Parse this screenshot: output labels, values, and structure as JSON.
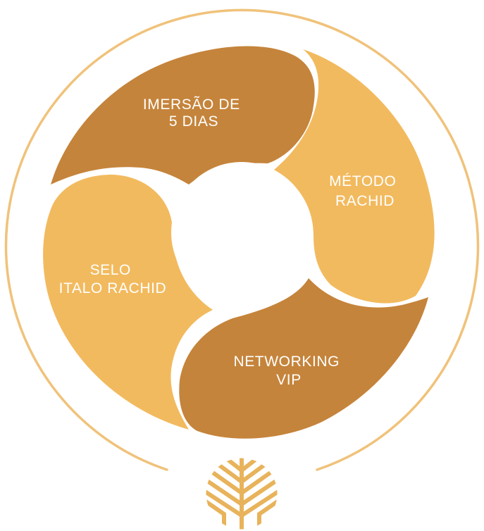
{
  "colors": {
    "dark_segment": "#C5843B",
    "light_segment": "#F2BA5E",
    "outer_ring": "#F0C27A",
    "center": "#ffffff",
    "logo": "#E8B35B",
    "label": "#ffffff"
  },
  "segments": [
    {
      "id": "top",
      "line1": "IMERSÃO DE",
      "line2": "5 DIAS"
    },
    {
      "id": "right",
      "line1": "MÉTODO",
      "line2": "RACHID"
    },
    {
      "id": "bottom",
      "line1": "NETWORKING",
      "line2": "VIP"
    },
    {
      "id": "left",
      "line1": "SELO",
      "line2": "ITALO RACHID"
    }
  ],
  "logo": {
    "icon": "wheat-leaf-logo"
  }
}
